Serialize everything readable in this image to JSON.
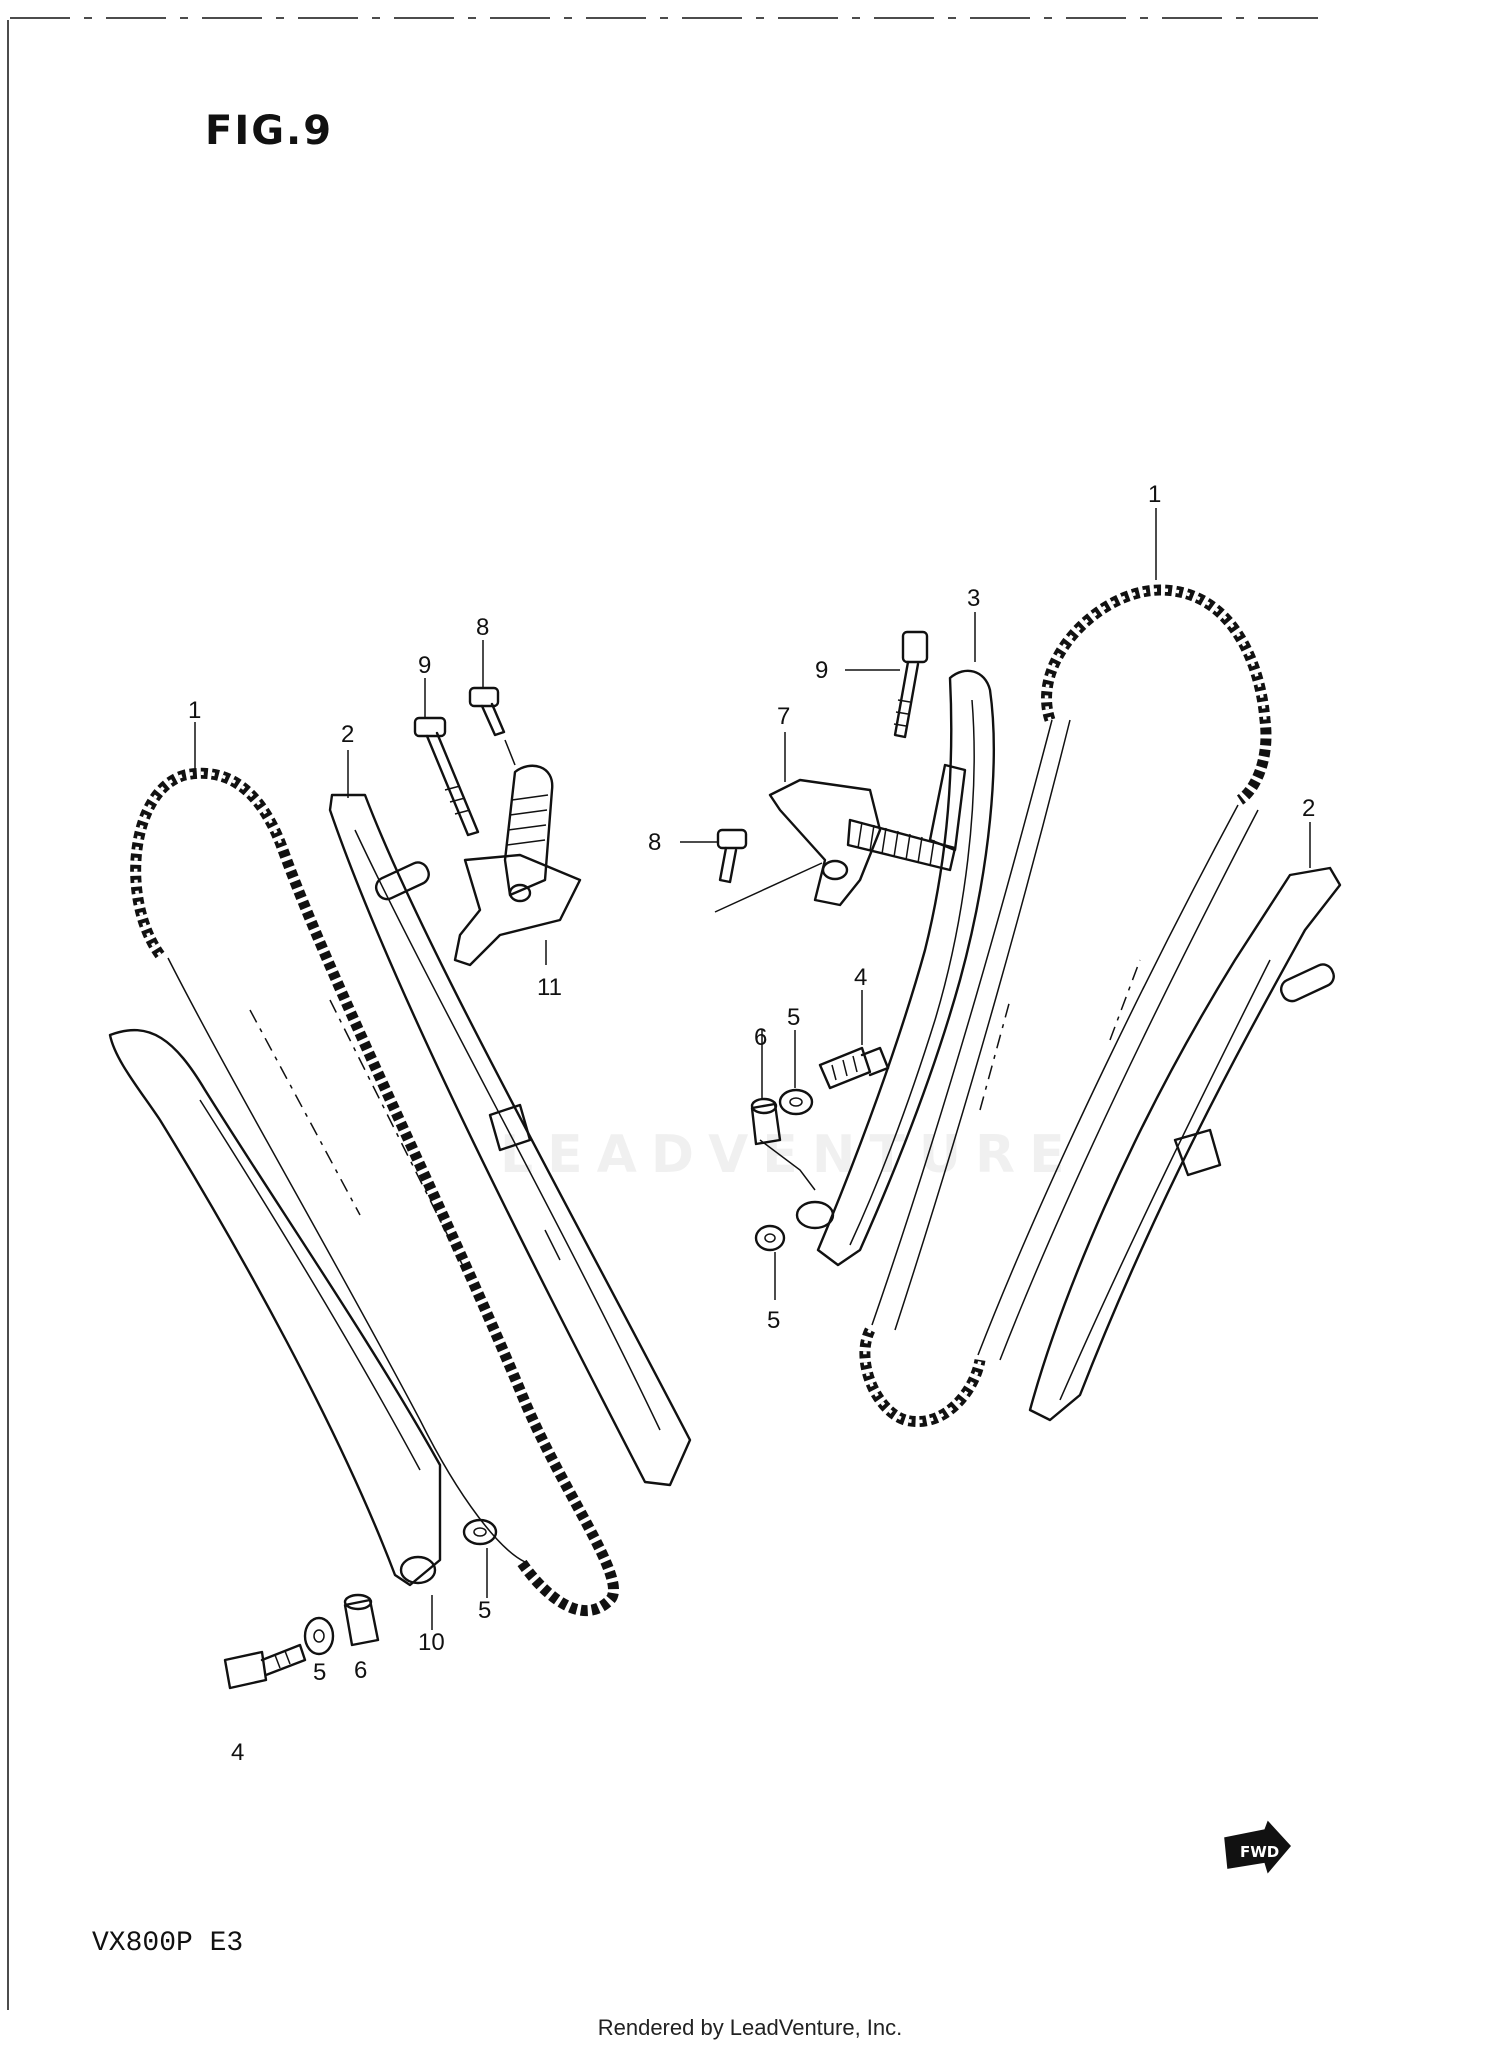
{
  "figure": {
    "title": "FIG.9",
    "model": "VX800P  E3"
  },
  "footer": {
    "credit": "Rendered by LeadVenture, Inc."
  },
  "watermark": {
    "text": "LEADVENTURE"
  },
  "fwd_badge": {
    "text": "FWD"
  },
  "callouts": {
    "c1_left": "1",
    "c2_left": "2",
    "c9_left": "9",
    "c8_left": "8",
    "c11": "11",
    "c10": "10",
    "c5_left_a": "5",
    "c5_left_b": "5",
    "c6_left": "6",
    "c4_left": "4",
    "c1_right": "1",
    "c3": "3",
    "c9_right": "9",
    "c7": "7",
    "c8_right": "8",
    "c2_right": "2",
    "c4_right": "4",
    "c5_right_a": "5",
    "c6_right": "6",
    "c5_right_b": "5"
  }
}
